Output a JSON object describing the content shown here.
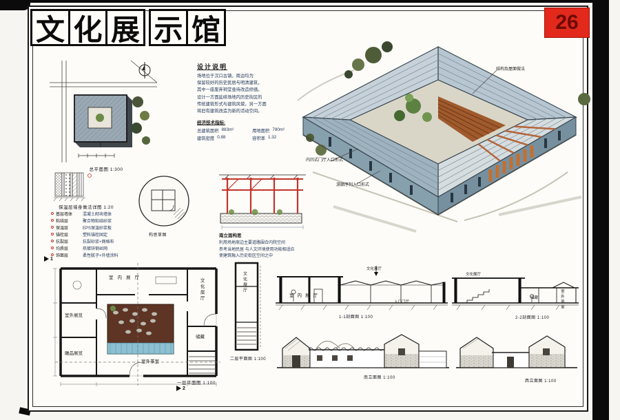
{
  "page": {
    "number": "26",
    "title": "文化展示馆",
    "title_chars": [
      "文",
      "化",
      "展",
      "示",
      "馆"
    ]
  },
  "site_plan": {
    "caption": "总平面图 1:300"
  },
  "notes": {
    "heading": "设计说明",
    "lines": [
      "场地位于汉口古镇，周边均为",
      "保留较好的历史民居与明清建筑，",
      "其中一座废弃祠堂亟待改造修缮。",
      "设计一方面延续场地内历史街区的",
      "传统建筑形式与建筑风貌，另一方面",
      "将旧有建筑改造为新的活动空间。"
    ],
    "indicators_heading": "经济技术指标:",
    "indicators": [
      {
        "label": "总建筑面积",
        "value": "883m²"
      },
      {
        "label": "用地面积",
        "value": "780m²"
      },
      {
        "label": "建筑密度",
        "value": "0.88"
      },
      {
        "label": "容积率",
        "value": "1.32"
      }
    ]
  },
  "axon": {
    "annotations": {
      "roof": "结构及屋面做法",
      "entrance": "内凹式门厅入口形式",
      "corridor": "游廊序列入口形式"
    }
  },
  "wall_detail": {
    "caption": "保温层墙身做法详图 1:20",
    "layers": [
      {
        "name": "基层墙体",
        "desc": "混凝土砌块墙体"
      },
      {
        "name": "粘结层",
        "desc": "聚合物粘结砂浆"
      },
      {
        "name": "保温层",
        "desc": "EPS保温砂浆板"
      },
      {
        "name": "锚栓层",
        "desc": "塑料锚栓固定"
      },
      {
        "name": "抗裂层",
        "desc": "抗裂砂浆+网格布"
      },
      {
        "name": "均质层",
        "desc": "热镀锌钢丝网"
      },
      {
        "name": "饰面层",
        "desc": "柔性腻子+外墙涂料"
      }
    ]
  },
  "concept": {
    "caption": "构思草图"
  },
  "pavilion": {
    "heading": "南立面构思",
    "notes": [
      "利用场地周边主要道路围合内院空间",
      "参考当地民居 与人文环境使用功能相适应",
      "使建筑融入历史街区空间之中"
    ]
  },
  "plan1": {
    "caption": "一层平面图 1:100",
    "cut1": "1",
    "cut2": "2",
    "rooms": {
      "indoor": "室内展厅",
      "outdoor": "室外展览",
      "sculpture": "雕品展览",
      "tea": "室外茶室",
      "culture": "文化展厅",
      "storage": "储藏"
    }
  },
  "plan2": {
    "caption": "二层平面图 1:100",
    "room": "文化展厅"
  },
  "section1": {
    "caption": "1-1剖面图 1:100",
    "labels": {
      "hall": "室内展厅",
      "culture": "文化展厅",
      "entry": "入口门厅"
    }
  },
  "section2": {
    "caption": "2-2剖面图 1:100",
    "labels": {
      "culture": "文化展厅",
      "storage": "储藏",
      "tea": "室外茶室"
    }
  },
  "elev1": {
    "caption": "南立面图 1:100"
  },
  "elev2": {
    "caption": "西立面图 1:100"
  }
}
